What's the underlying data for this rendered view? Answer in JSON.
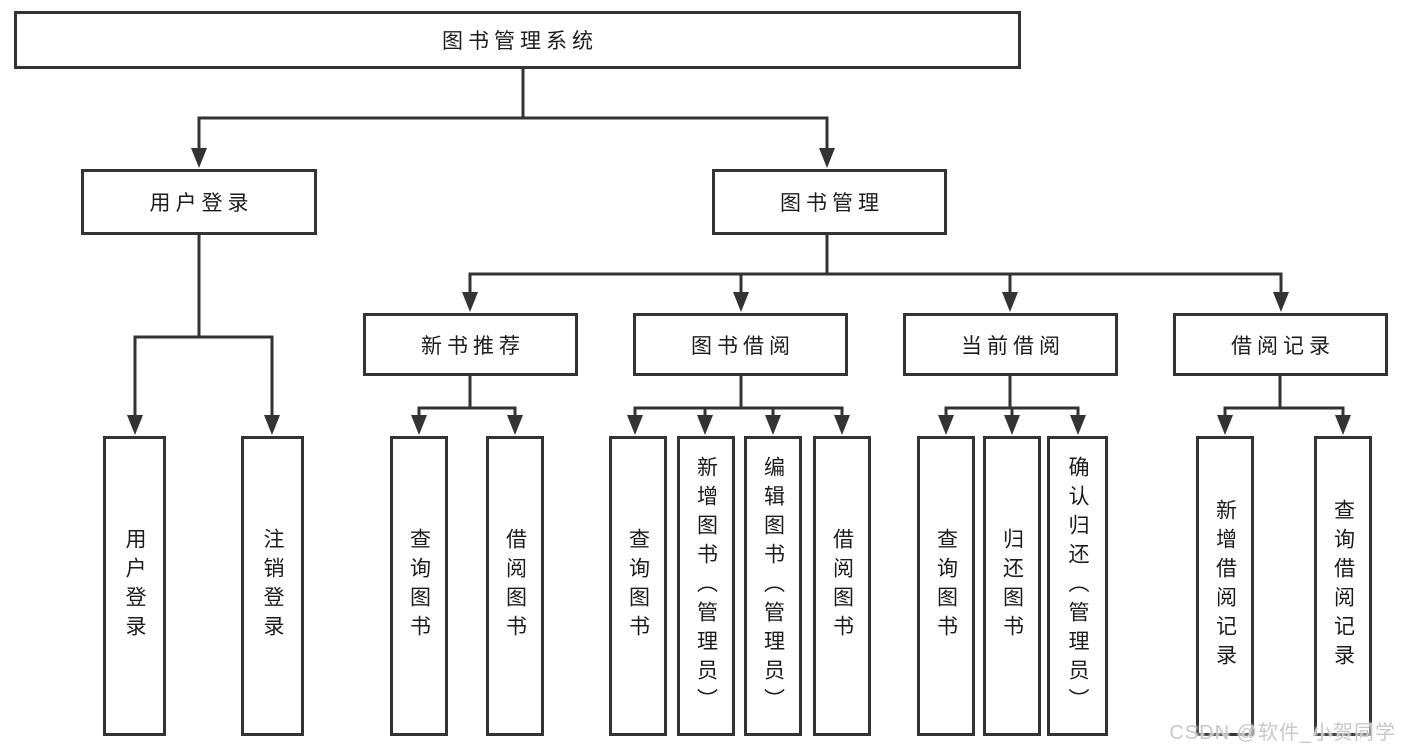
{
  "tree": {
    "root": "图书管理系统",
    "branches": [
      {
        "label": "用户登录",
        "leaves": [
          "用户登录",
          "注销登录"
        ]
      },
      {
        "label": "图书管理",
        "groups": [
          {
            "label": "新书推荐",
            "leaves": [
              "查询图书",
              "借阅图书"
            ]
          },
          {
            "label": "图书借阅",
            "leaves": [
              "查询图书",
              "新增图书（管理员）",
              "编辑图书（管理员）",
              "借阅图书"
            ]
          },
          {
            "label": "当前借阅",
            "leaves": [
              "查询图书",
              "归还图书",
              "确认归还（管理员）"
            ]
          },
          {
            "label": "借阅记录",
            "leaves": [
              "新增借阅记录",
              "查询借阅记录"
            ]
          }
        ]
      }
    ]
  },
  "watermark": "CSDN @软件_小贺同学",
  "colors": {
    "line": "#333333",
    "text": "#1c1c1c",
    "background": "#ffffff",
    "watermark": "#c8c8c8"
  }
}
